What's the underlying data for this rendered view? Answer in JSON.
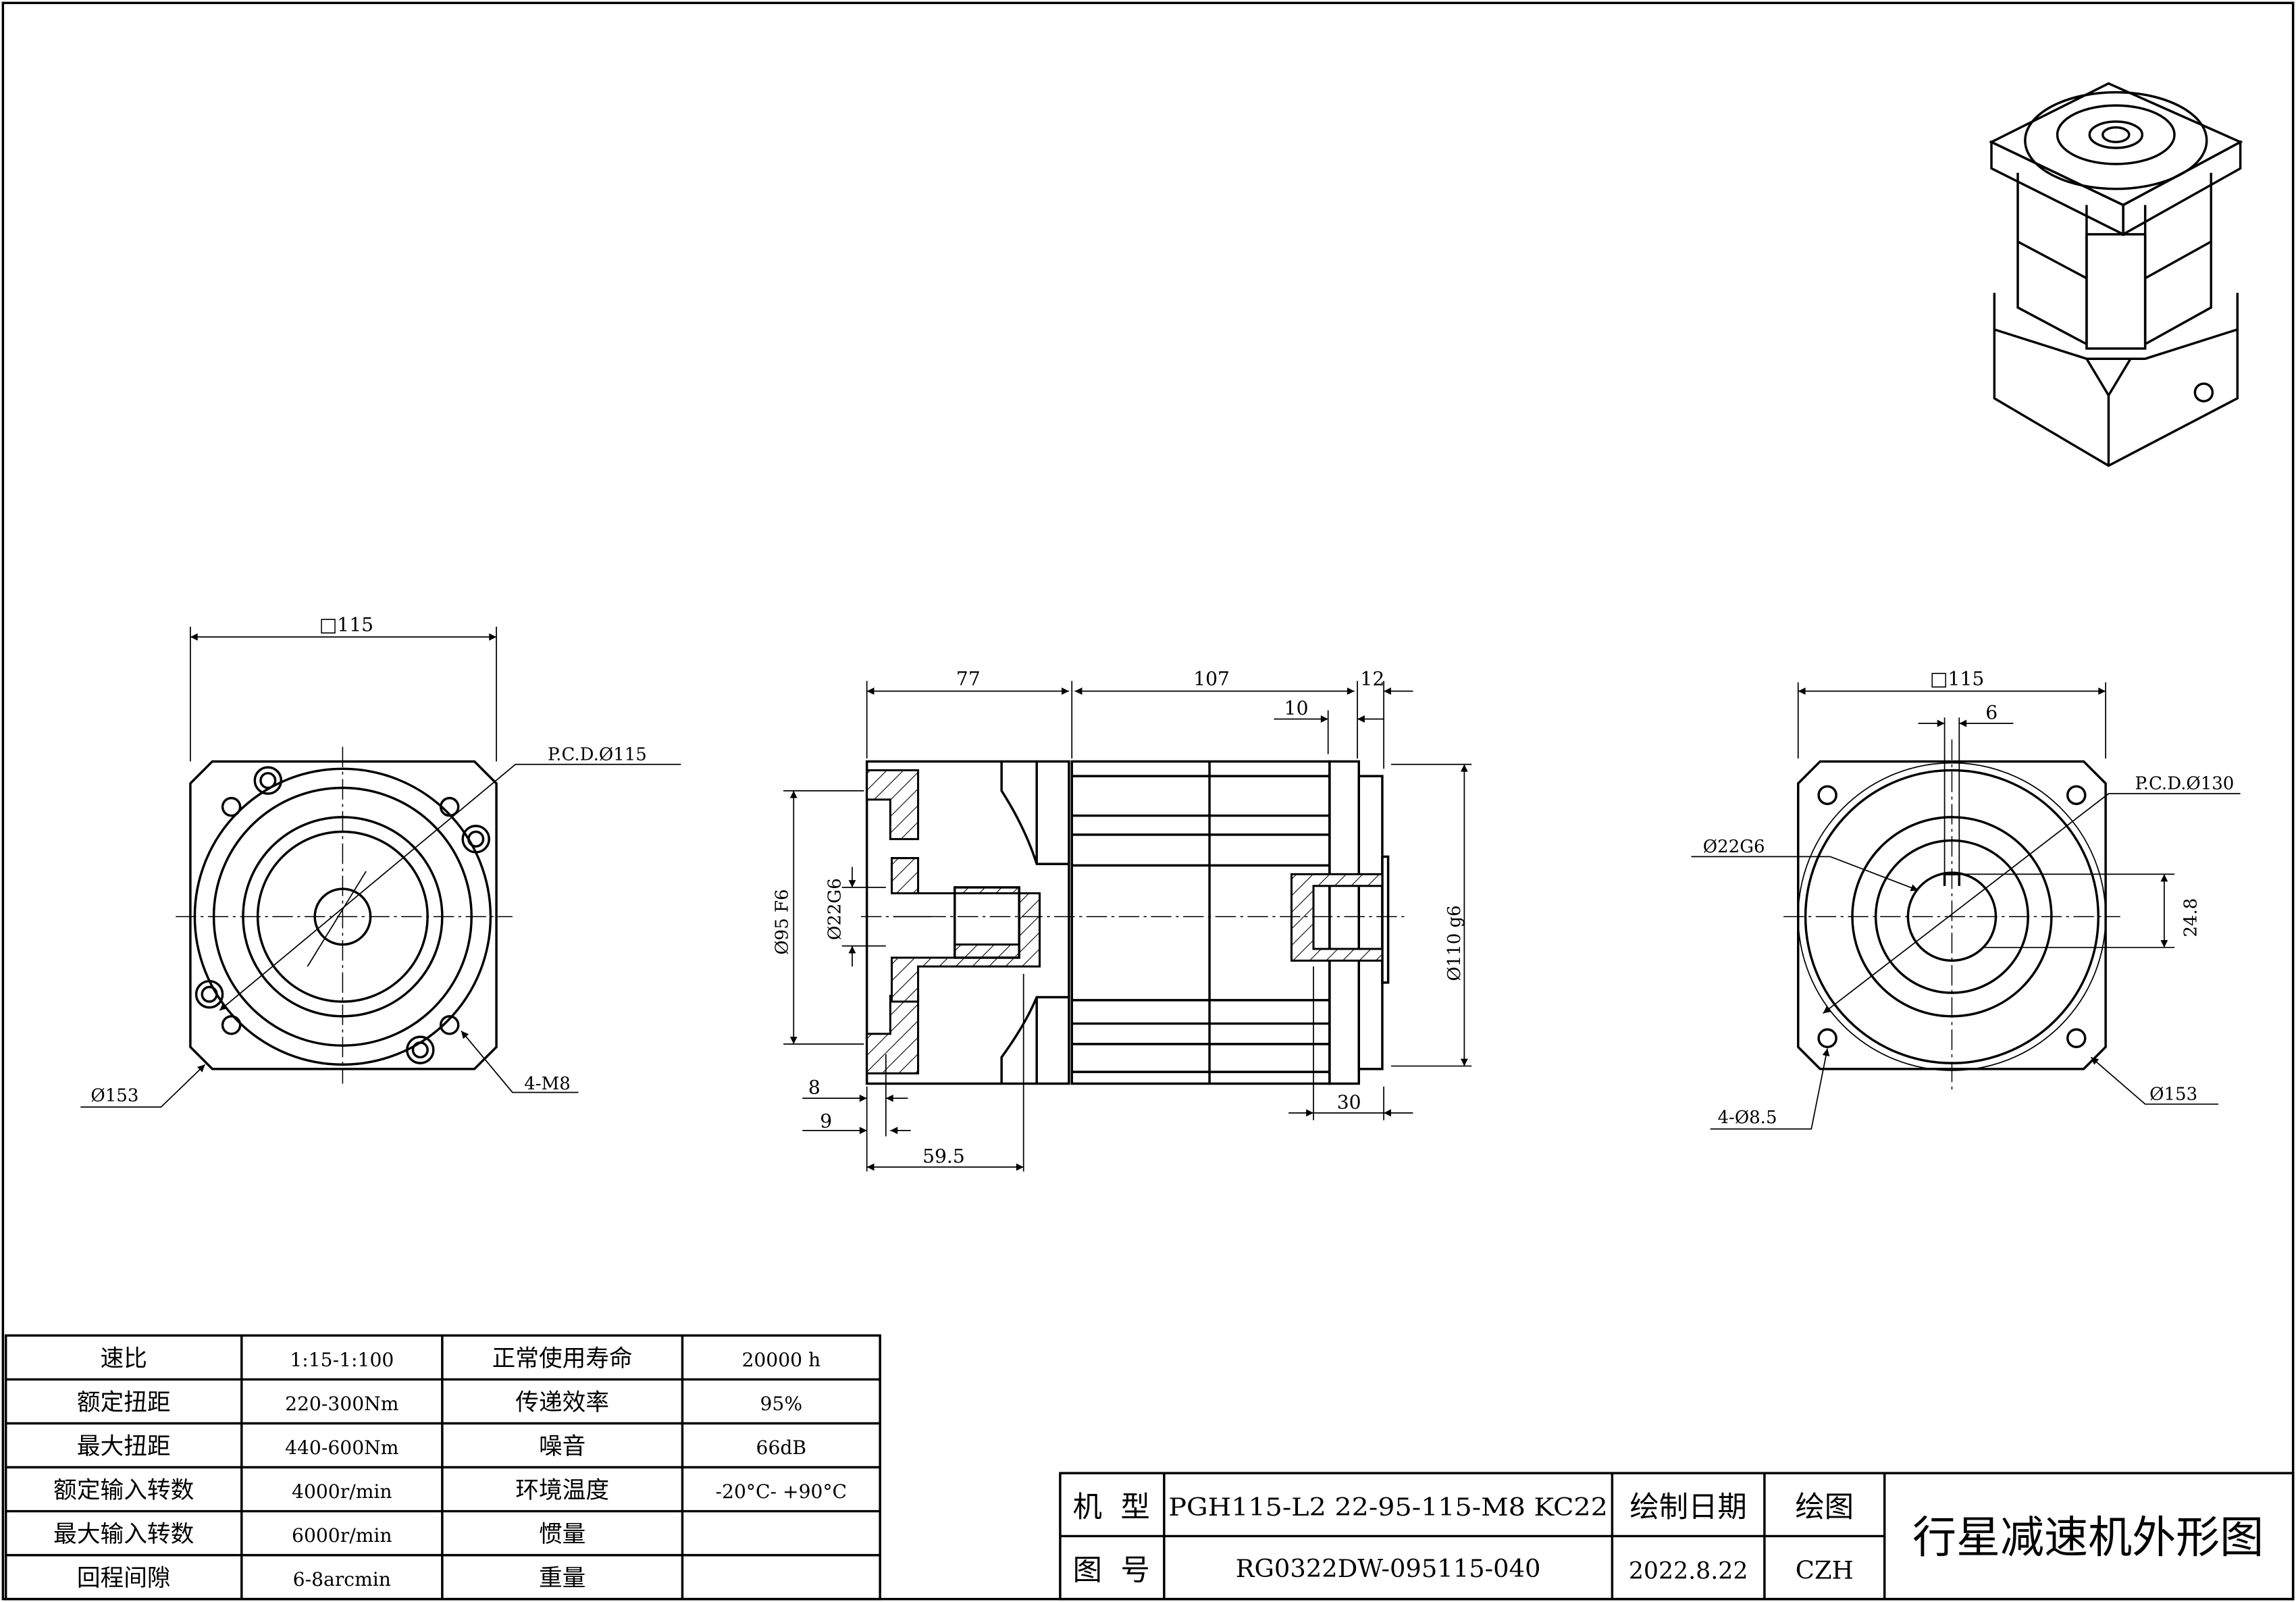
{
  "drawing": {
    "left_view": {
      "square": "□115",
      "pcd": "P.C.D.Ø115",
      "outer_dia": "Ø153",
      "threads": "4-M8"
    },
    "side_view": {
      "len_input": "77",
      "len_body": "107",
      "len_flange": "12",
      "len_spigot": "10",
      "pilot_dia": "Ø95 F6",
      "bore_dia": "Ø22G6",
      "out_dia": "Ø110 g6",
      "d8": "8",
      "d9": "9",
      "d59": "59.5",
      "d30": "30"
    },
    "right_view": {
      "square": "□115",
      "key": "6",
      "pcd": "P.C.D.Ø130",
      "shaft": "Ø22G6",
      "key_height": "24.8",
      "holes": "4-Ø8.5",
      "outer_dia": "Ø153"
    }
  },
  "spec_table": {
    "rows": [
      [
        "速比",
        "1:15-1:100",
        "正常使用寿命",
        "20000 h"
      ],
      [
        "额定扭距",
        "220-300Nm",
        "传递效率",
        "95%"
      ],
      [
        "最大扭距",
        "440-600Nm",
        "噪音",
        "66dB"
      ],
      [
        "额定输入转数",
        "4000r/min",
        "环境温度",
        "-20°C- +90°C"
      ],
      [
        "最大输入转数",
        "6000r/min",
        "惯量",
        ""
      ],
      [
        "回程间隙",
        "6-8arcmin",
        "重量",
        ""
      ]
    ]
  },
  "title_block": {
    "model_label": "机  型",
    "model": "PGH115-L2 22-95-115-M8 KC22",
    "drawing_no_label": "图  号",
    "drawing_no": "RG0322DW-095115-040",
    "date_label": "绘制日期",
    "date": "2022.8.22",
    "drawer_label": "绘图",
    "drawer": "CZH",
    "title": "行星减速机外形图"
  }
}
